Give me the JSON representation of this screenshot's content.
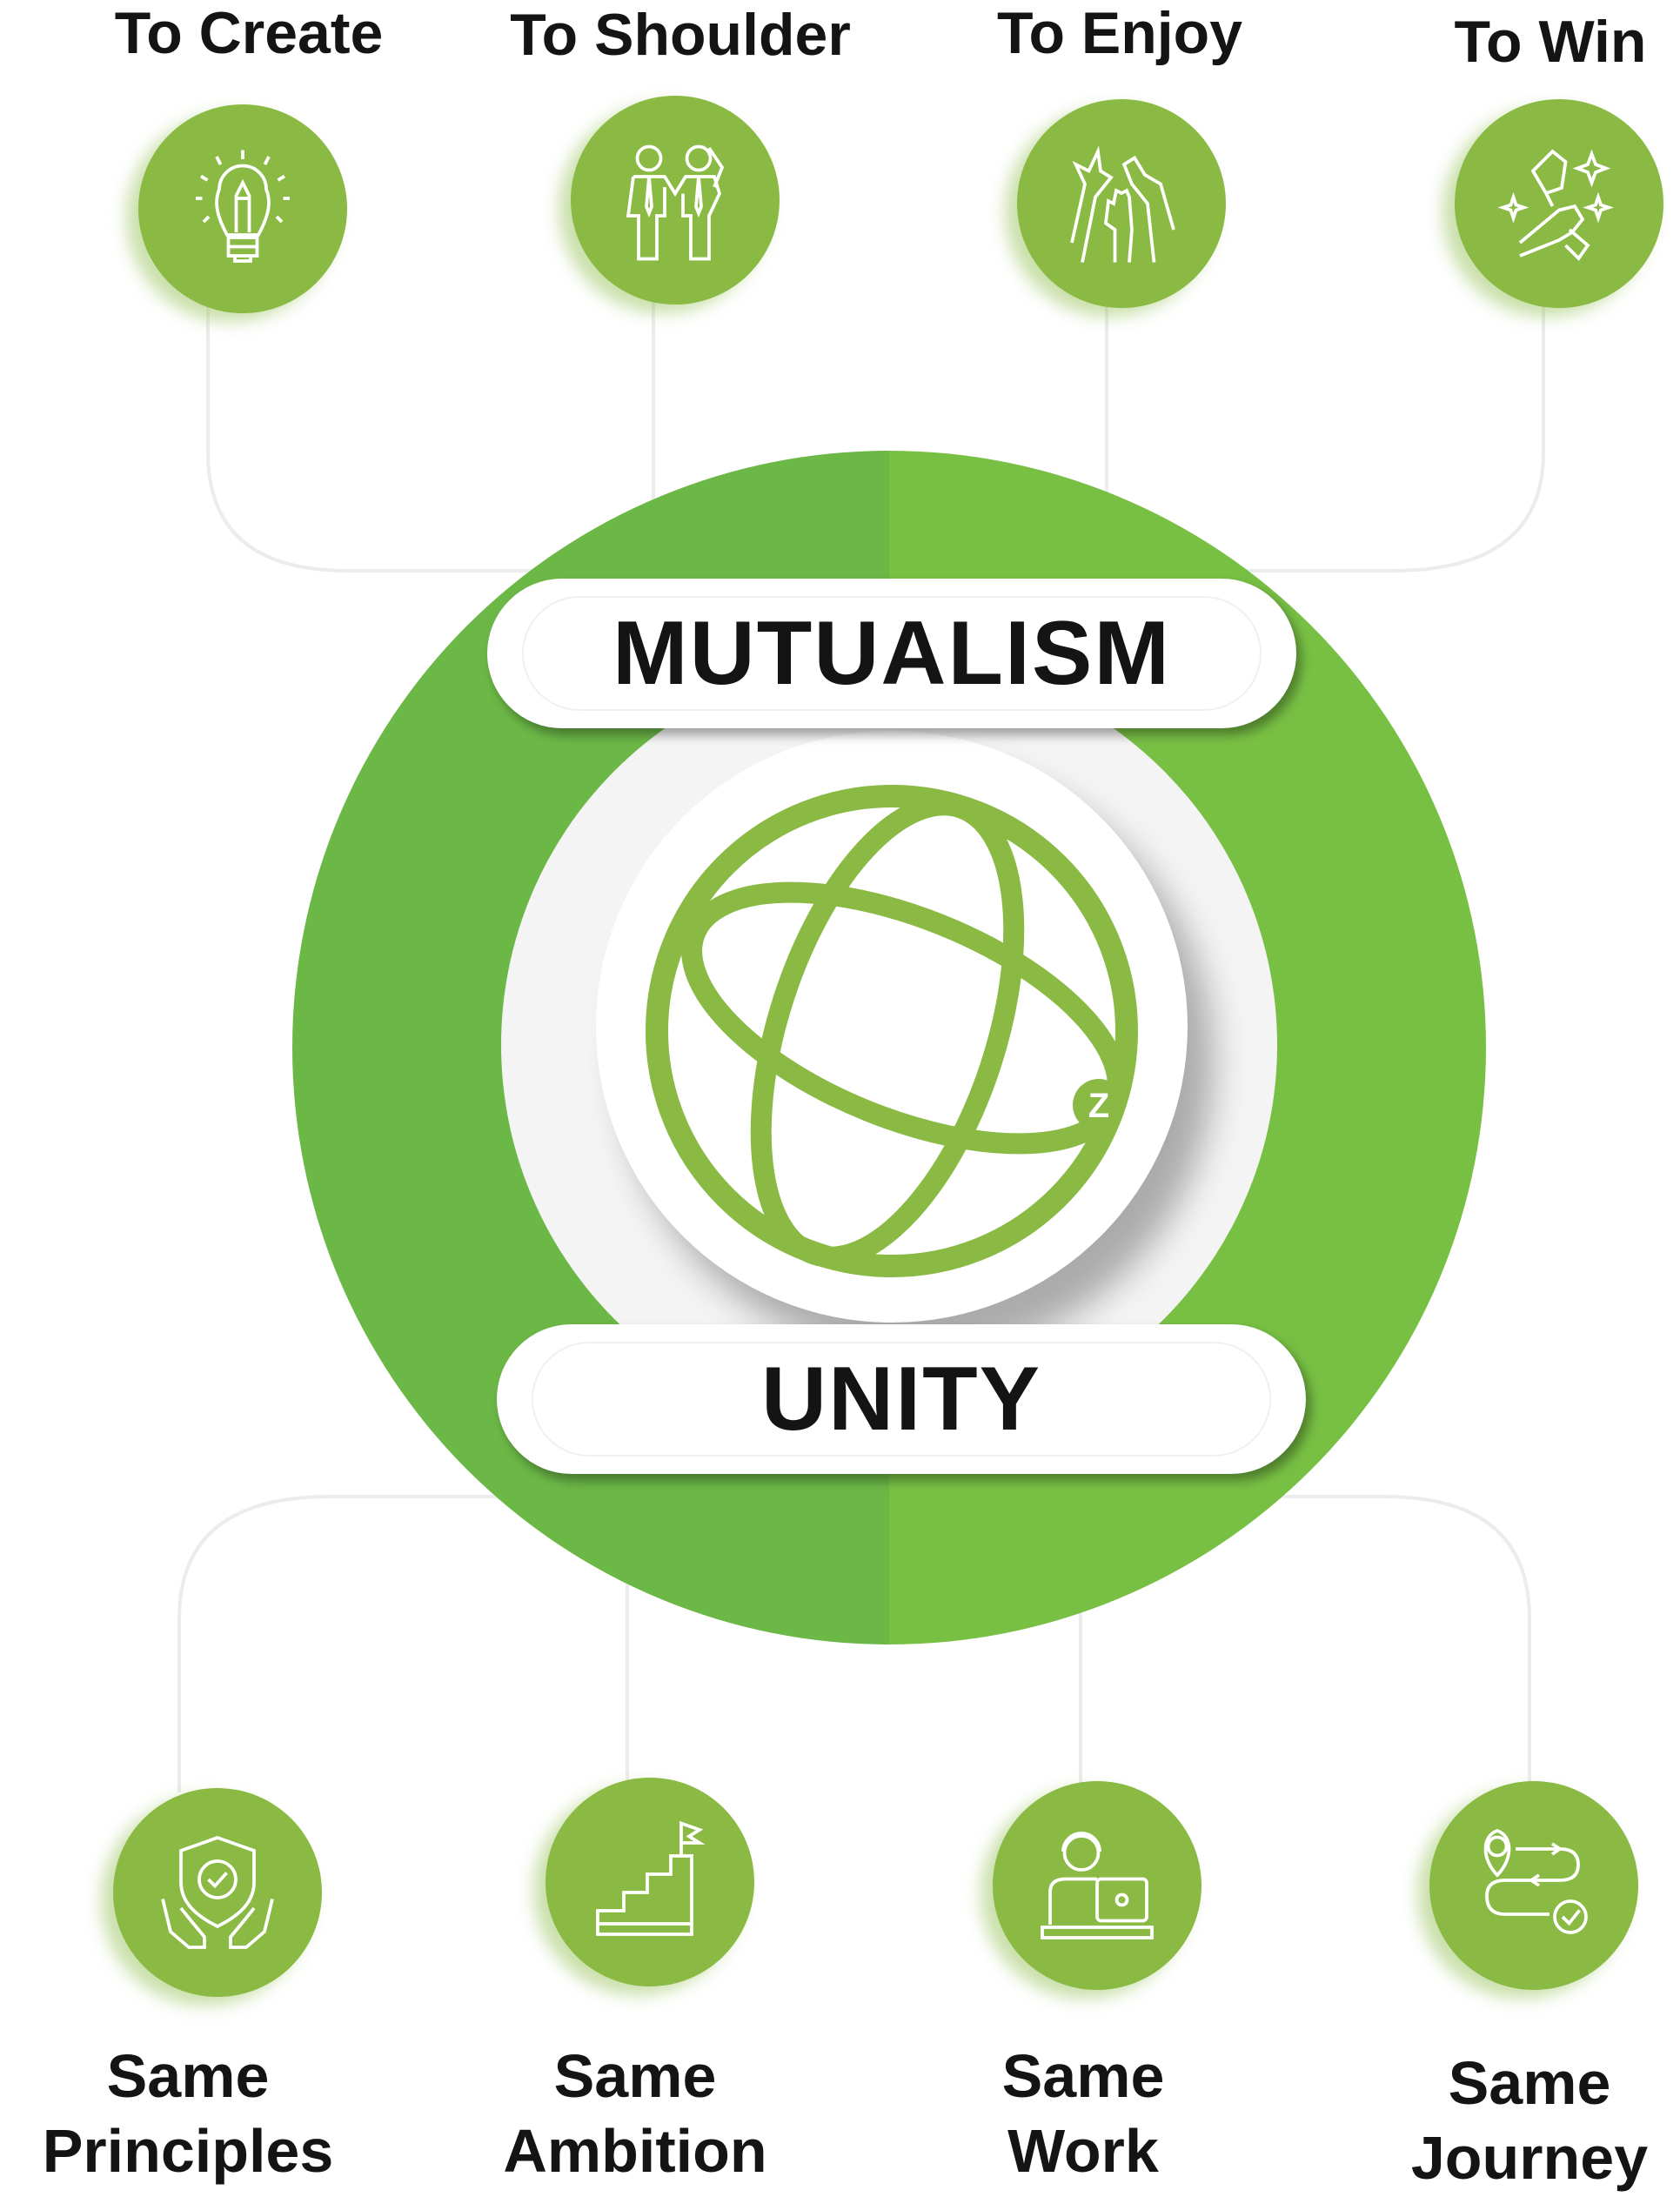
{
  "top_items": [
    {
      "label": "To Create",
      "icon": "lightbulb-pencil-icon"
    },
    {
      "label": "To Shoulder",
      "icon": "two-businessmen-icon"
    },
    {
      "label": "To Enjoy",
      "icon": "raised-hands-icon"
    },
    {
      "label": "To Win",
      "icon": "trophy-hand-icon"
    }
  ],
  "center": {
    "top_label": "MUTUALISM",
    "bottom_label": "UNITY",
    "logo": "globe-z-logo",
    "logo_letter": "Z"
  },
  "bottom_items": [
    {
      "line1": "Same",
      "line2": "Principles",
      "icon": "shield-check-hands-icon"
    },
    {
      "line1": "Same",
      "line2": "Ambition",
      "icon": "stairs-flag-icon"
    },
    {
      "line1": "Same",
      "line2": "Work",
      "icon": "person-laptop-icon"
    },
    {
      "line1": "Same",
      "line2": "Journey",
      "icon": "route-check-icon"
    }
  ],
  "colors": {
    "node_green": "#8aba44",
    "circle_left": "#6cb847",
    "circle_right": "#78c044",
    "text": "#141414"
  }
}
